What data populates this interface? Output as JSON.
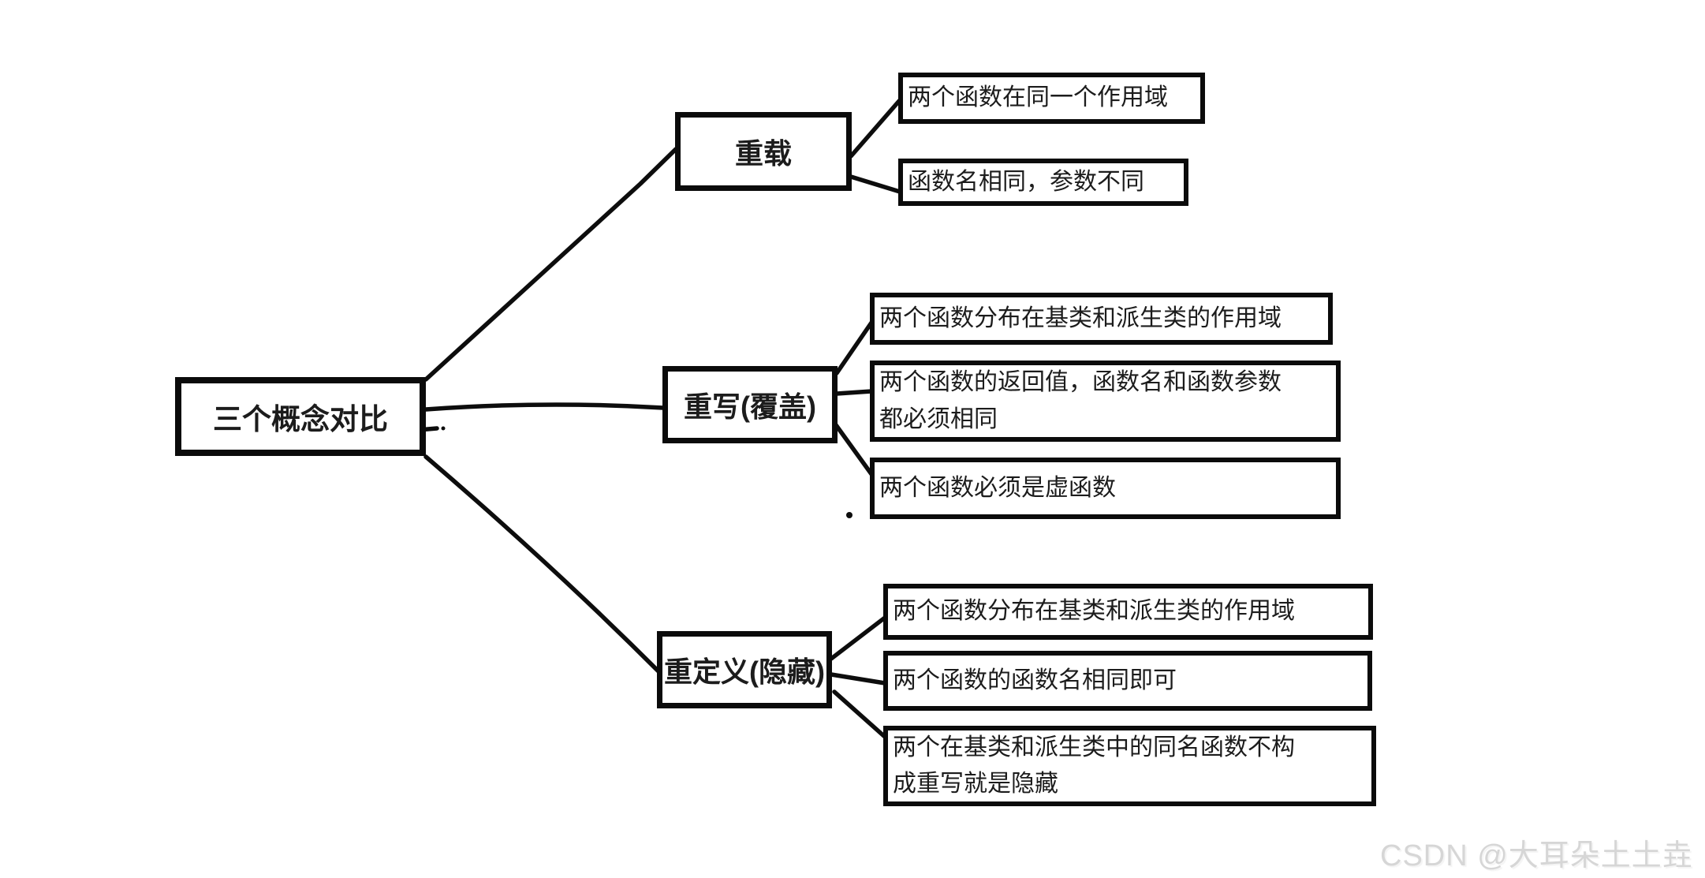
{
  "diagram_title": "三个概念对比",
  "root": {
    "label": "三个概念对比"
  },
  "branches": [
    {
      "label": "重载",
      "children": [
        {
          "text": "两个函数在同一个作用域"
        },
        {
          "text": "函数名相同，参数不同"
        }
      ]
    },
    {
      "label": "重写(覆盖)",
      "children": [
        {
          "text": "两个函数分布在基类和派生类的作用域"
        },
        {
          "text": "两个函数的返回值，函数名和函数参数\n都必须相同"
        },
        {
          "text": "两个函数必须是虚函数"
        }
      ]
    },
    {
      "label": "重定义(隐藏)",
      "children": [
        {
          "text": "两个函数分布在基类和派生类的作用域"
        },
        {
          "text": "两个函数的函数名相同即可"
        },
        {
          "text": "两个在基类和派生类中的同名函数不构\n成重写就是隐藏"
        }
      ]
    }
  ],
  "watermark": {
    "text": "CSDN @大耳朵土土垚"
  },
  "colors": {
    "ink": "#0d0d0d",
    "text": "#1c1c1c",
    "background": "#ffffff",
    "watermark": "#d6d6d6"
  }
}
